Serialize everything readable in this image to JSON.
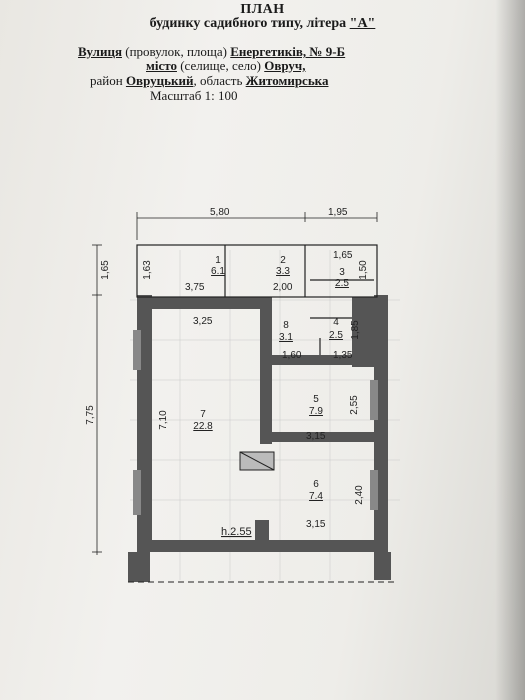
{
  "header": {
    "title": "ПЛАН",
    "subtitle_prefix": "будинку садибного типу, літера ",
    "subtitle_letter": "\"А\""
  },
  "address": {
    "street_word": "Вулиця",
    "street_types": " (провулок, площа) ",
    "street_name": "Енергетиків, № 9-Б",
    "city_word": "місто",
    "city_types": " (селище, село) ",
    "city_name": "Овруч,",
    "district_word": "район ",
    "district_name": "Овруцький",
    "region_word": ", область ",
    "region_name": "Житомирська",
    "scale": "Масштаб 1: 100"
  },
  "dimensions": {
    "top_left": "5,80",
    "top_right": "1,95",
    "left_small": "1,65",
    "left_total": "7,75",
    "inner_163": "1,63",
    "inner_375": "3,75",
    "inner_200": "2,00",
    "inner_165": "1,65",
    "inner_150": "1,50",
    "inner_325": "3,25",
    "inner_185": "1,85",
    "inner_160": "1,60",
    "inner_135": "1,35",
    "inner_710": "7,10",
    "inner_255": "2,55",
    "inner_315a": "3,15",
    "inner_240": "2,40",
    "inner_315b": "3,15"
  },
  "rooms": [
    {
      "num": "1",
      "area": "6.1"
    },
    {
      "num": "2",
      "area": "3.3"
    },
    {
      "num": "3",
      "area": "2.5"
    },
    {
      "num": "4",
      "area": "2.5"
    },
    {
      "num": "8",
      "area": "3.1"
    },
    {
      "num": "7",
      "area": "22.8"
    },
    {
      "num": "5",
      "area": "7.9"
    },
    {
      "num": "6",
      "area": "7.4"
    }
  ],
  "height_label": "h.2.55",
  "colors": {
    "wall": "#555555",
    "line": "#222222"
  }
}
